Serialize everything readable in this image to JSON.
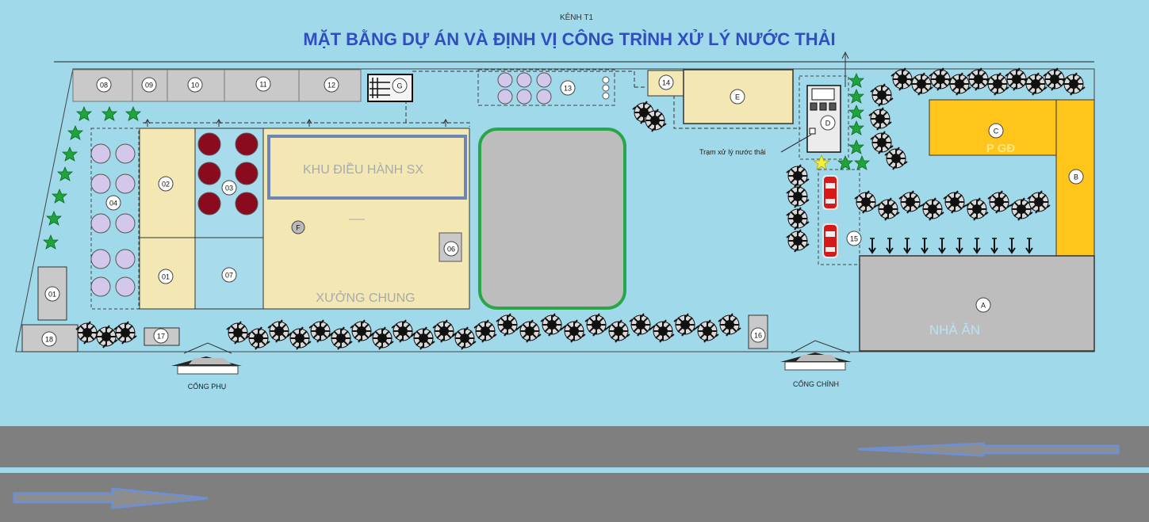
{
  "canal_label": "KÊNH T1",
  "title": "MẶT BẰNG DỰ ÁN VÀ ĐỊNH VỊ CÔNG TRÌNH XỬ LÝ NƯỚC THẢI",
  "areas": {
    "khu_dieu_hanh": "KHU ĐIỀU HÀNH SX",
    "xuong_chung": "XƯỞNG CHUNG",
    "p_gd": "P GĐ",
    "nha_an": "NHÀ ĂN",
    "tram_xu_ly": "Trạm xử lý nước thải"
  },
  "gates": {
    "cong_phu": "CỔNG PHỤ",
    "cong_chinh": "CỔNG CHÍNH"
  },
  "markers": {
    "m01a": "01",
    "m01b": "01",
    "m02": "02",
    "m03": "03",
    "m04": "04",
    "m06": "06",
    "m07": "07",
    "m08": "08",
    "m09": "09",
    "m10": "10",
    "m11": "11",
    "m12": "12",
    "m13": "13",
    "m14": "14",
    "m15": "15",
    "m16": "16",
    "m17": "17",
    "m18": "18",
    "mA": "A",
    "mB": "B",
    "mC": "C",
    "mD": "D",
    "mE": "E",
    "mF": "F",
    "mG": "G"
  },
  "colors": {
    "background": "#9fd9ea",
    "building": "#f3e7b3",
    "yellow_building": "#ffc51a",
    "grey_building": "#bdbdbd",
    "road": "#7f7f7f",
    "title": "#2f4fbf",
    "tank_red": "#8b0b1e",
    "tank_purple": "#d3c8ec",
    "tree_green": "#1fa33a",
    "yard_border": "#2aa64a"
  }
}
